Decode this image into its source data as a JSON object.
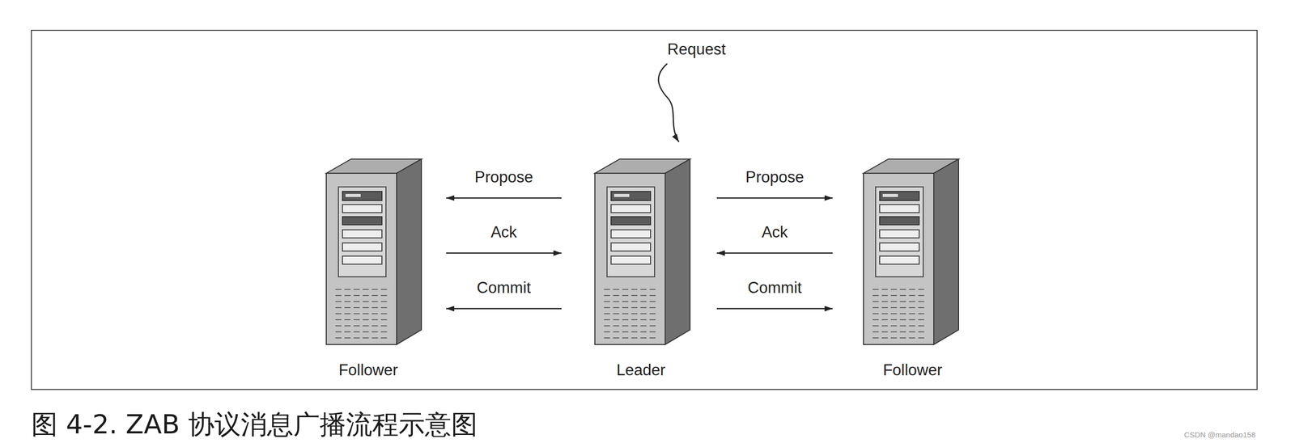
{
  "diagram": {
    "caption": "图 4-2. ZAB 协议消息广播流程示意图",
    "nodes": [
      {
        "text": [
          "Follower"
        ]
      },
      {
        "text": [
          "Leader"
        ]
      },
      {
        "text": [
          "Follower"
        ]
      }
    ],
    "edges": [
      {
        "from": 1,
        "to": 0,
        "label": "Propose",
        "arrow": "to"
      },
      {
        "from": 0,
        "to": 1,
        "label": "Ack",
        "arrow": "to"
      },
      {
        "from": 1,
        "to": 0,
        "label": "Commit",
        "arrow": "to"
      },
      {
        "from": 1,
        "to": 2,
        "label": "Propose",
        "arrow": "to"
      },
      {
        "from": 2,
        "to": 1,
        "label": "Ack",
        "arrow": "to"
      },
      {
        "from": 1,
        "to": 2,
        "label": "Commit",
        "arrow": "to"
      }
    ],
    "labels": [
      "Request",
      "CSDN @mandao158"
    ]
  }
}
